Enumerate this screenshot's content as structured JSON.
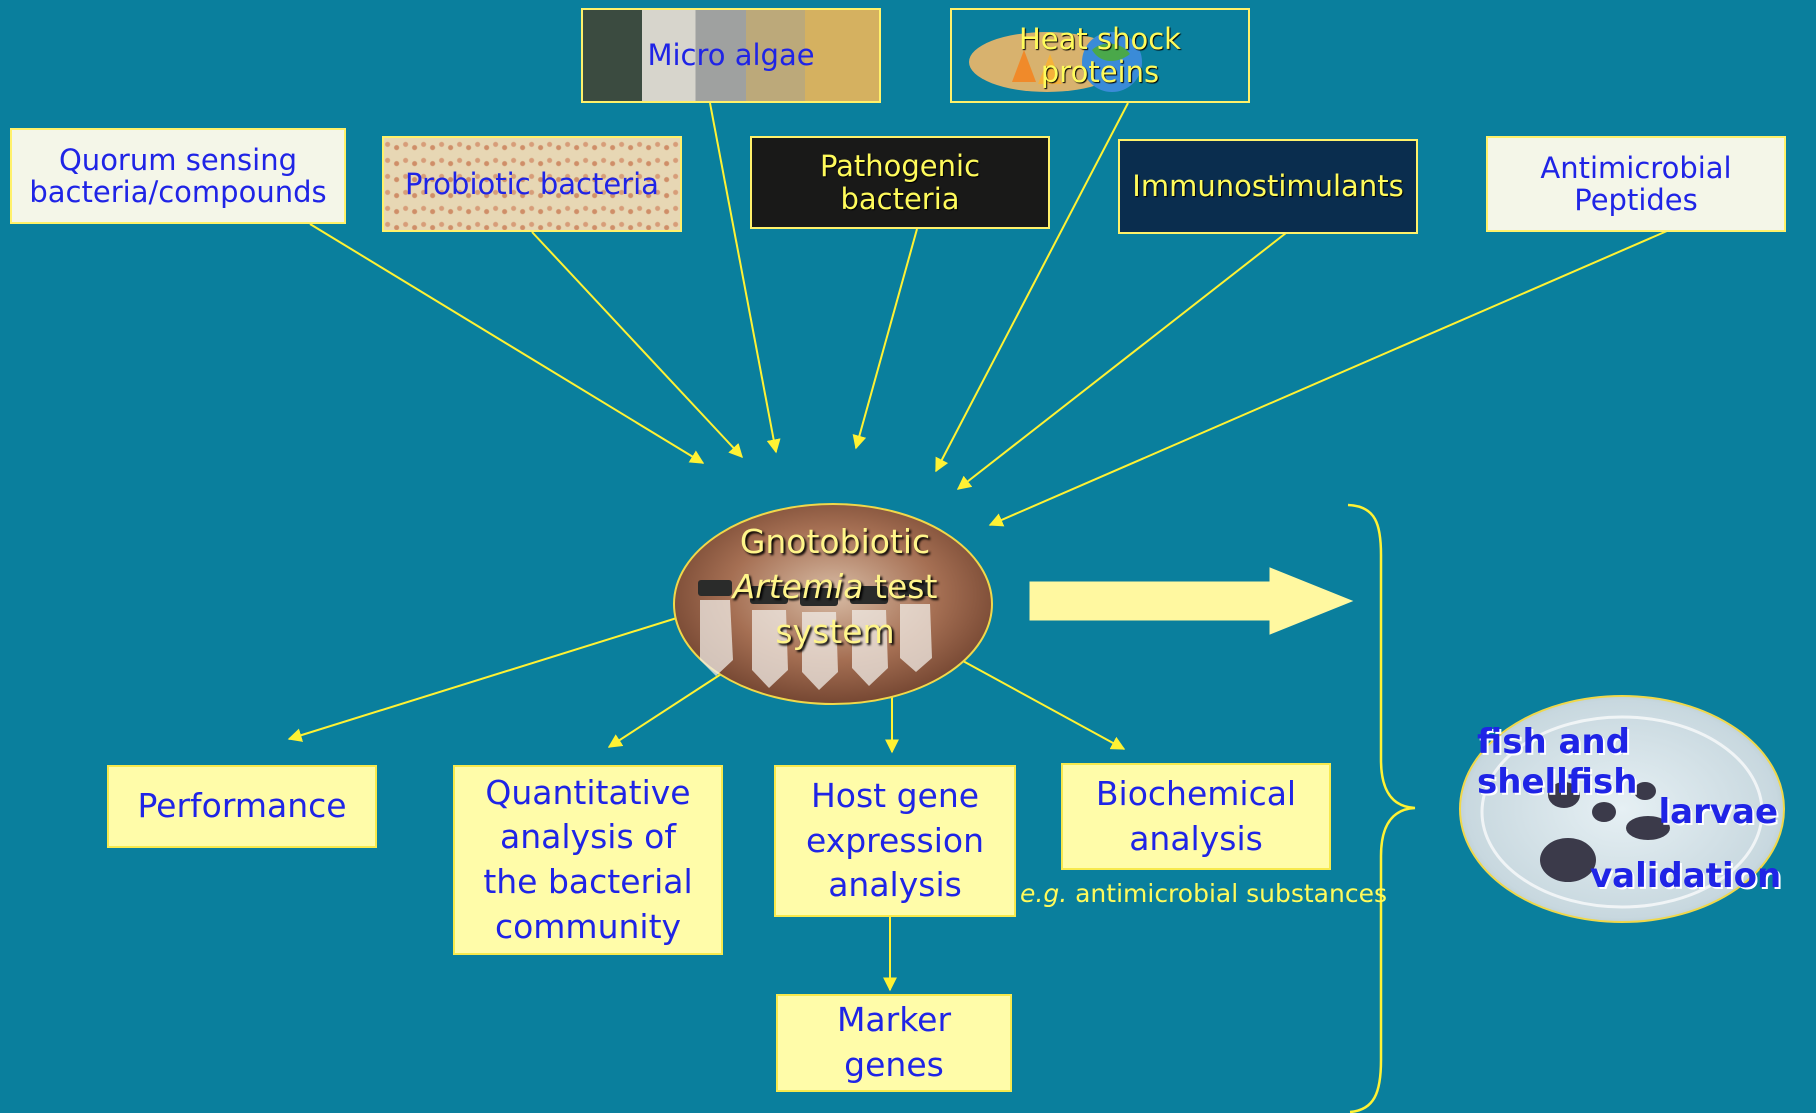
{
  "inputs": [
    {
      "id": "quorum",
      "line1": "Quorum sensing",
      "line2": "bacteria/compounds"
    },
    {
      "id": "probiotic",
      "line1": "Probiotic bacteria"
    },
    {
      "id": "micro_algae",
      "line1": "Micro algae"
    },
    {
      "id": "pathogenic",
      "line1": "Pathogenic",
      "line2": "bacteria"
    },
    {
      "id": "heat_shock",
      "line1": "Heat shock",
      "line2": "proteins"
    },
    {
      "id": "immuno",
      "line1": "Immunostimulants"
    },
    {
      "id": "amp",
      "line1": "Antimicrobial",
      "line2": "Peptides"
    }
  ],
  "center": {
    "line1": "Gnotobiotic",
    "line2_italic": "Artemia",
    "line2_rest": " test",
    "line3": "system"
  },
  "outputs": [
    {
      "id": "performance",
      "text": "Performance"
    },
    {
      "id": "quantitative",
      "line1": "Quantitative",
      "line2": "analysis of",
      "line3": "the bacterial",
      "line4": "community"
    },
    {
      "id": "host_gene",
      "line1": "Host gene",
      "line2": "expression",
      "line3": "analysis"
    },
    {
      "id": "biochemical",
      "line1": "Biochemical",
      "line2": "analysis"
    },
    {
      "id": "marker",
      "line1": "Marker",
      "line2": "genes"
    }
  ],
  "example": {
    "prefix": "e.g.",
    "text": " antimicrobial substances"
  },
  "validation": {
    "line1": "fish and shellfish",
    "line2": "larvae",
    "line3": "validation"
  },
  "colors": {
    "background": "#0a7f9d",
    "arrow": "#fff233",
    "box_fill": "#fffca9",
    "text_blue": "#1f24e6",
    "text_yellow": "#fffb5b"
  }
}
